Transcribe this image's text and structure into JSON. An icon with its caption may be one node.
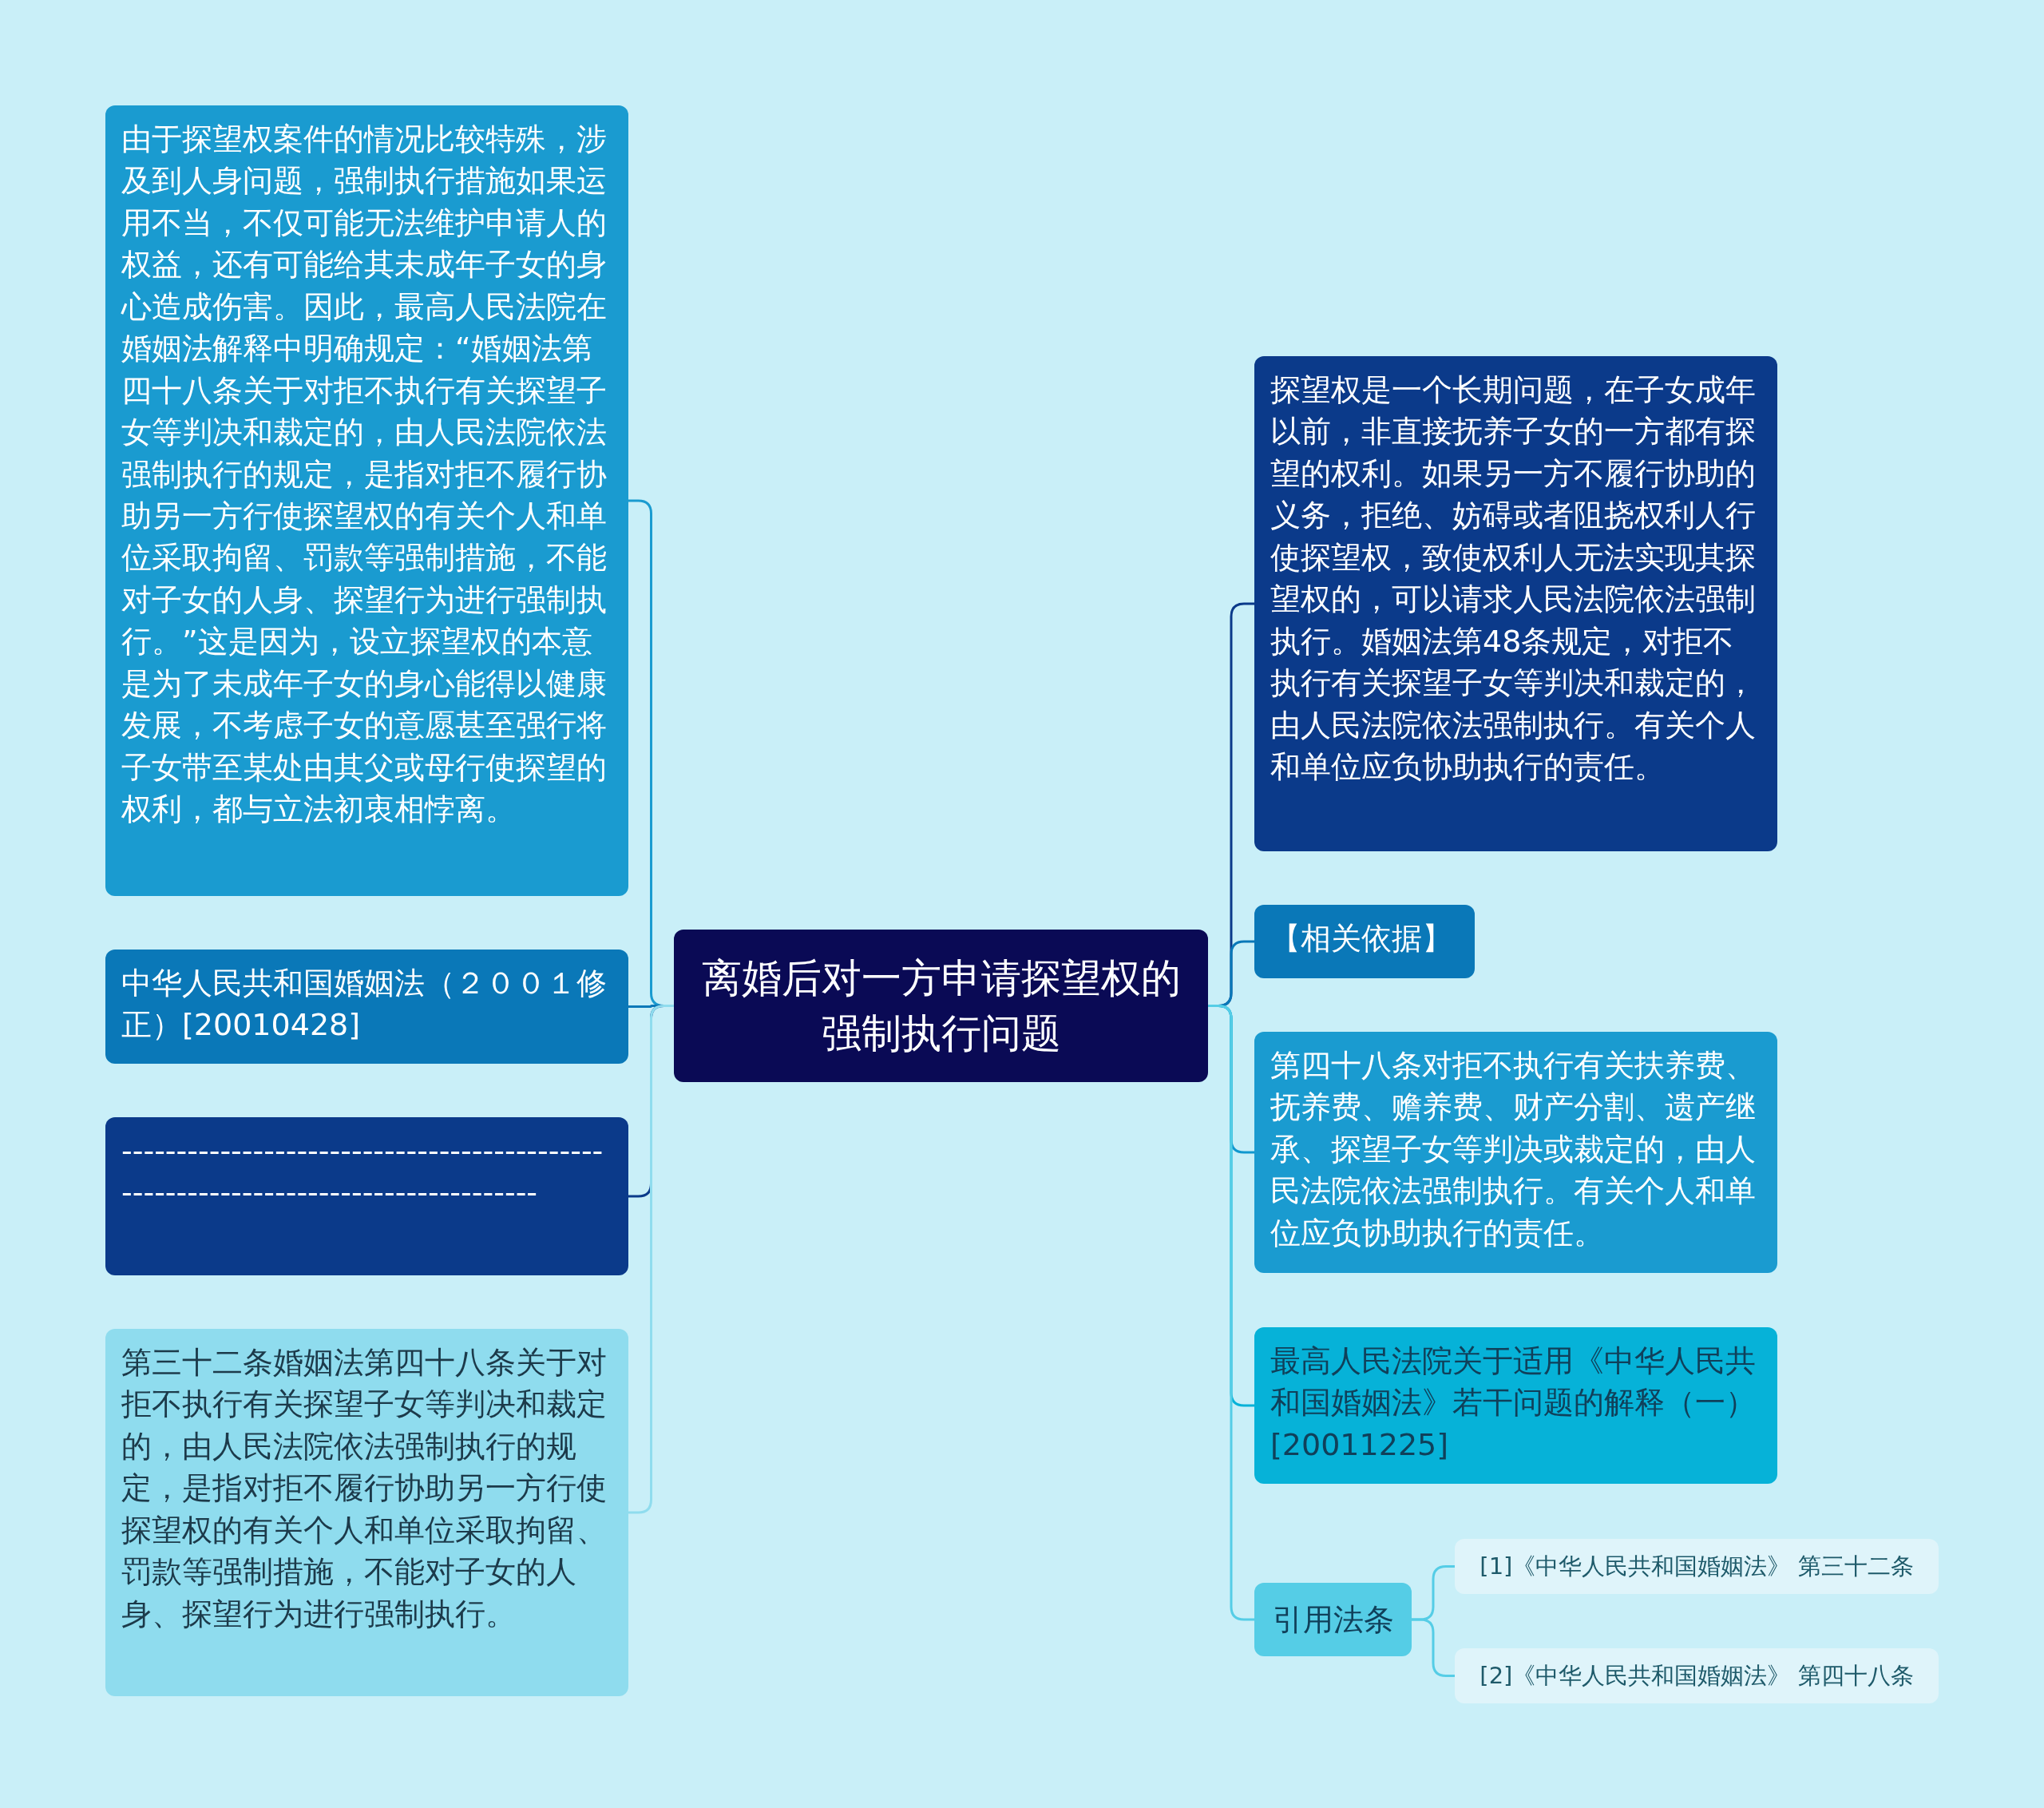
{
  "diagram": {
    "nodes": [
      {
        "text": [
          "离婚后对一方申请探望权的强制执行问题"
        ]
      },
      {
        "text": [
          "由于探望权案件的情况比较特殊，涉及到人身问题，强制执行措施如果运用不当，不仅可能无法维护申请人的权益，还有可能给其未成年子女的身心造成伤害。因此，最高人民法院在婚姻法解释中明确规定：“婚姻法第四十八条关于对拒不执行有关探望子女等判决和裁定的，由人民法院依法强制执行的规定，是指对拒不履行协助另一方行使探望权的有关个人和单位采取拘留、罚款等强制措施，不能对子女的人身、探望行为进行强制执行。”这是因为，设立探望权的本意是为了未成年子女的身心能得以健康发展，不考虑子女的意愿甚至强行将子女带至某处由其父或母行使探望的权利，都与立法初衷相悖离。"
        ]
      },
      {
        "text": [
          "中华人民共和国婚姻法（２００１修正）[20010428]"
        ]
      },
      {
        "text": [
          "----------------------------------------------------------------------------------"
        ]
      },
      {
        "text": [
          "第三十二条婚姻法第四十八条关于对拒不执行有关探望子女等判决和裁定的，由人民法院依法强制执行的规定，是指对拒不履行协助另一方行使探望权的有关个人和单位采取拘留、罚款等强制措施，不能对子女的人身、探望行为进行强制执行。"
        ]
      },
      {
        "text": [
          "探望权是一个长期问题，在子女成年以前，非直接抚养子女的一方都有探望的权利。如果另一方不履行协助的义务，拒绝、妨碍或者阻挠权利人行使探望权，致使权利人无法实现其探望权的，可以请求人民法院依法强制执行。婚姻法第48条规定，对拒不执行有关探望子女等判决和裁定的，由人民法院依法强制执行。有关个人和单位应负协助执行的责任。"
        ]
      },
      {
        "text": [
          "【相关依据】"
        ]
      },
      {
        "text": [
          "第四十八条对拒不执行有关扶养费、抚养费、赡养费、财产分割、遗产继承、探望子女等判决或裁定的，由人民法院依法强制执行。有关个人和单位应负协助执行的责任。"
        ]
      },
      {
        "text": [
          "最高人民法院关于适用《中华人民共和国婚姻法》若干问题的解释（一）[20011225]"
        ]
      },
      {
        "text": [
          "引用法条"
        ]
      },
      {
        "text": [
          "[1]《中华人民共和国婚姻法》 第三十二条"
        ]
      },
      {
        "text": [
          "[2]《中华人民共和国婚姻法》 第四十八条"
        ]
      }
    ],
    "edges": [
      {
        "from": 0,
        "to": 1,
        "arrow": "none",
        "color": "#1a9bd0"
      },
      {
        "from": 0,
        "to": 2,
        "arrow": "none",
        "color": "#0a78b8"
      },
      {
        "from": 0,
        "to": 3,
        "arrow": "none",
        "color": "#0b3a8a"
      },
      {
        "from": 0,
        "to": 4,
        "arrow": "none",
        "color": "#8fdcee"
      },
      {
        "from": 0,
        "to": 5,
        "arrow": "none",
        "color": "#0b3a8a"
      },
      {
        "from": 0,
        "to": 6,
        "arrow": "none",
        "color": "#0a78b8"
      },
      {
        "from": 0,
        "to": 7,
        "arrow": "none",
        "color": "#1198cf"
      },
      {
        "from": 0,
        "to": 8,
        "arrow": "none",
        "color": "#06b2d8"
      },
      {
        "from": 0,
        "to": 9,
        "arrow": "none",
        "color": "#55cde6"
      },
      {
        "from": 9,
        "to": 10,
        "arrow": "none",
        "color": "#55cde6"
      },
      {
        "from": 9,
        "to": 11,
        "arrow": "none",
        "color": "#55cde6"
      }
    ]
  }
}
